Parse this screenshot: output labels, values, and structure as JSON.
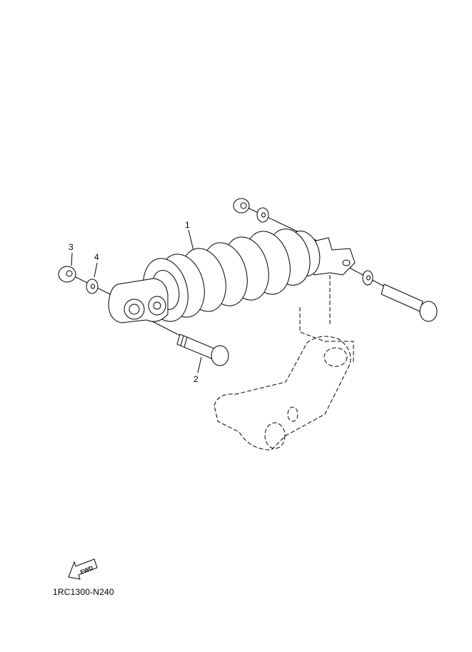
{
  "diagram": {
    "part_callouts": [
      {
        "number": "1"
      },
      {
        "number": "2"
      },
      {
        "number": "3"
      },
      {
        "number": "4"
      }
    ],
    "direction_arrow": {
      "label": "FWD",
      "icon": "forward-arrow-icon"
    },
    "drawing_code": "1RC1300-N240",
    "line_color": "#000000"
  }
}
